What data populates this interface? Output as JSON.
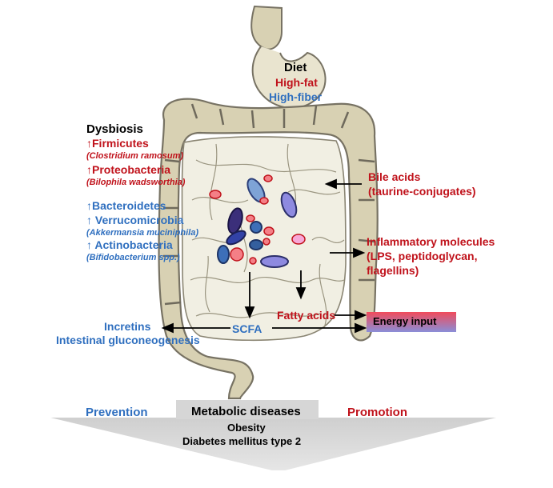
{
  "diet": {
    "title": "Diet",
    "high_fat": "High-fat",
    "high_fiber": "High-fiber"
  },
  "dysbiosis": {
    "title": "Dysbiosis",
    "firmicutes": "↑Firmicutes",
    "firmicutes_example": "(Clostridium ramosum)",
    "proteobacteria": "↑Proteobacteria",
    "proteobacteria_example": "(Bilophila wadsworthia)",
    "bacteroidetes": "↑Bacteroidetes",
    "verrucomicrobia": "↑ Verrucomicrobia",
    "verrucomicrobia_example": "(Akkermansia muciniphila)",
    "actinobacteria": "↑ Actinobacteria",
    "actinobacteria_example": "(Bifidobacterium spp.)"
  },
  "right_labels": {
    "bile_acids_1": "Bile acids",
    "bile_acids_2": "(taurine-conjugates)",
    "inflammatory_1": "Inflammatory molecules",
    "inflammatory_2": "(LPS, peptidoglycan,",
    "inflammatory_3": "flagellins)",
    "fatty_acids": "Fatty acids",
    "energy_input": "Energy input"
  },
  "left_labels": {
    "incretins": "Incretins",
    "gluconeogenesis": "Intestinal gluconeogenesis",
    "scfa": "SCFA"
  },
  "bottom": {
    "prevention": "Prevention",
    "promotion": "Promotion",
    "metabolic": "Metabolic diseases",
    "obesity": "Obesity",
    "diabetes": "Diabetes mellitus type 2"
  },
  "colors": {
    "red": "#c0121b",
    "blue": "#2f6fbf",
    "intestine_fill": "#f1efe3",
    "intestine_wall": "#d8d1b3",
    "intestine_outline": "#777263",
    "energy_gradient_top": "#f04b5a",
    "energy_gradient_bottom": "#8a8ed8",
    "funnel": "#d6d6d6"
  }
}
